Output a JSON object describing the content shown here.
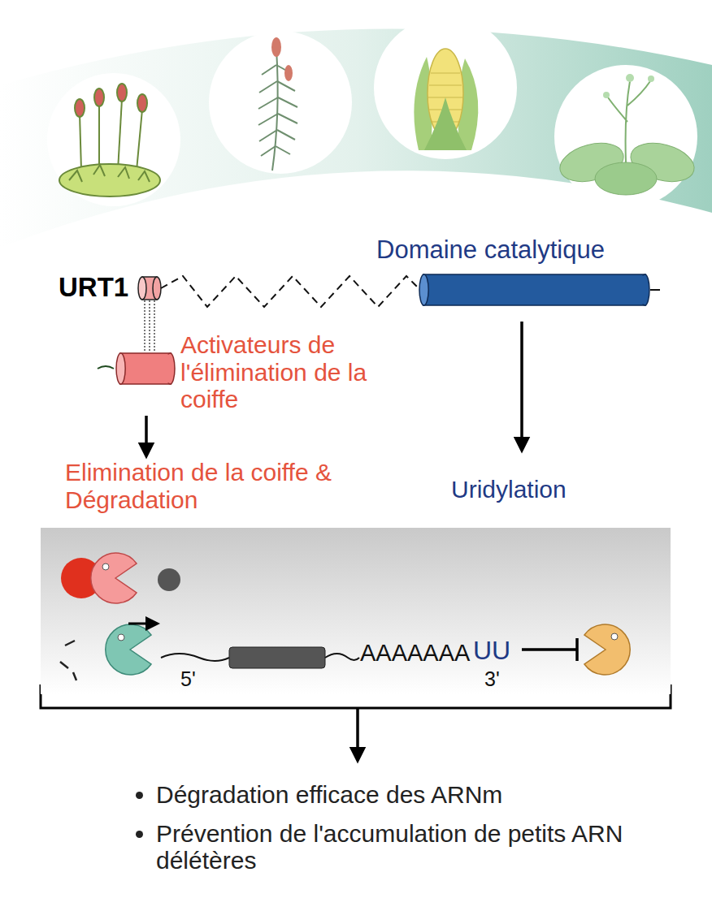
{
  "diagram": {
    "nodes": [
      {
        "text": [
          "Domaine catalytique"
        ]
      },
      {
        "text": [
          "Activateurs de l'élimination de la coiffe"
        ]
      },
      {
        "text": [
          "AAAAAAA",
          "UU",
          "5'",
          "3'"
        ]
      }
    ],
    "labels": [
      "URT1",
      "Elimination de la coiffe & Dégradation",
      "Uridylation",
      "Dégradation efficace des ARNm",
      "Prévention de l'accumulation de petits ARN délétères"
    ]
  }
}
